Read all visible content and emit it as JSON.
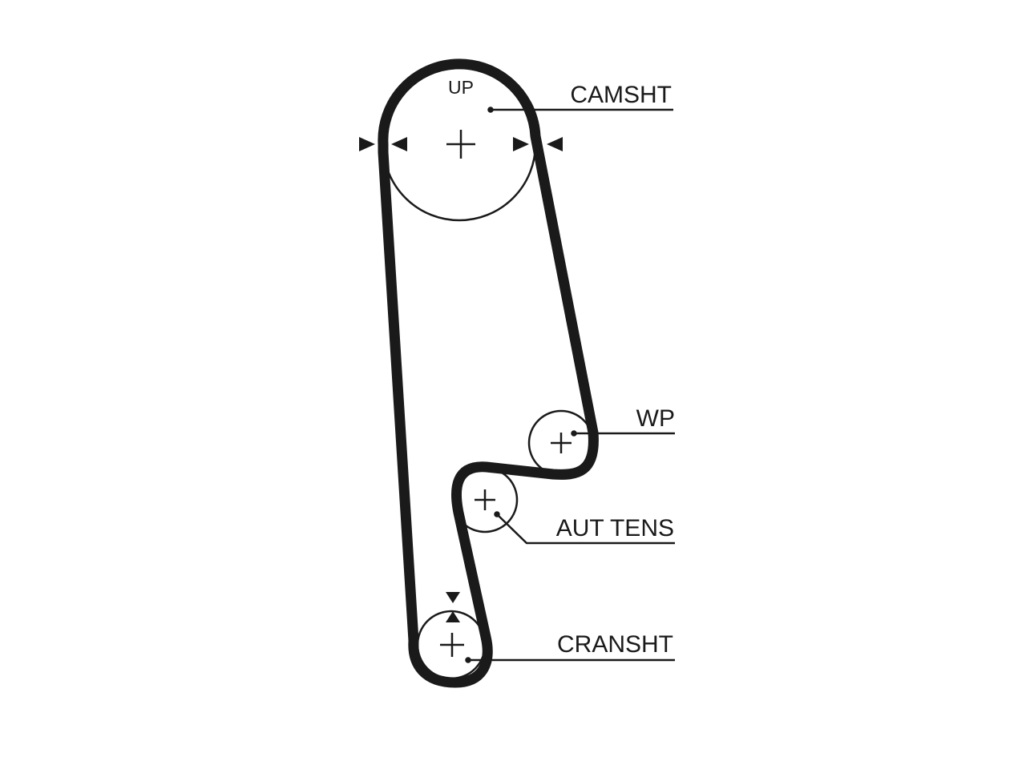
{
  "diagram": {
    "labels": {
      "up": "UP",
      "camshaft": "CAMSHT",
      "water_pump": "WP",
      "auto_tensioner": "AUT TENS",
      "crankshaft": "CRANSHT"
    },
    "colors": {
      "belt": "#1a1a1a",
      "line": "#1a1a1a",
      "background": "#ffffff"
    }
  }
}
